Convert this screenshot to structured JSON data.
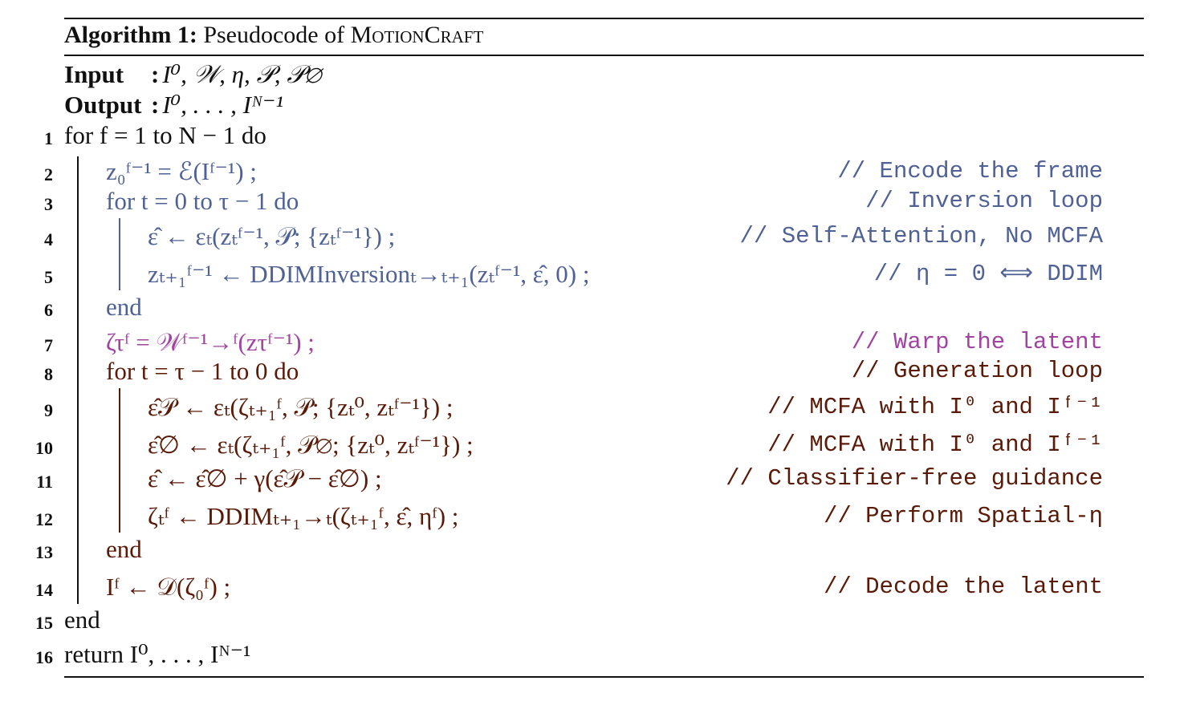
{
  "algorithm": {
    "label": "Algorithm 1:",
    "title_prefix": "Pseudocode of ",
    "title_name": "MotionCraft"
  },
  "input": {
    "keyword": "Input",
    "value": "I⁰, 𝒲, η, 𝒫, 𝒫∅"
  },
  "output": {
    "keyword": "Output",
    "value": "I⁰, . . . , Iᴺ⁻¹"
  },
  "lines": [
    {
      "num": "1",
      "code": "for f = 1 to N − 1 do",
      "comment": ""
    },
    {
      "num": "2",
      "code": "z₀ᶠ⁻¹ = ℰ(Iᶠ⁻¹) ;",
      "comment": "// Encode the frame"
    },
    {
      "num": "3",
      "code": "for t = 0 to τ − 1 do",
      "comment": "// Inversion loop"
    },
    {
      "num": "4",
      "code": "ε̂ ← εₜ(zₜᶠ⁻¹, 𝒫; {zₜᶠ⁻¹}) ;",
      "comment": "// Self-Attention, No MCFA"
    },
    {
      "num": "5",
      "code": "zₜ₊₁ᶠ⁻¹ ← DDIMInversionₜ→ₜ₊₁(zₜᶠ⁻¹, ε̂, 0) ;",
      "comment": "// η = 0 ⟺ DDIM"
    },
    {
      "num": "6",
      "code": "end",
      "comment": ""
    },
    {
      "num": "7",
      "code": "ζτᶠ = 𝒲ᶠ⁻¹→ᶠ(zτᶠ⁻¹) ;",
      "comment": "// Warp the latent"
    },
    {
      "num": "8",
      "code": "for t = τ − 1 to 0 do",
      "comment": "// Generation loop"
    },
    {
      "num": "9",
      "code": "ε̂𝒫 ← εₜ(ζₜ₊₁ᶠ, 𝒫; {zₜ⁰, zₜᶠ⁻¹}) ;",
      "comment": "// MCFA with I⁰ and Iᶠ⁻¹"
    },
    {
      "num": "10",
      "code": "ε̂∅ ← εₜ(ζₜ₊₁ᶠ, 𝒫∅; {zₜ⁰, zₜᶠ⁻¹}) ;",
      "comment": "// MCFA with I⁰ and Iᶠ⁻¹"
    },
    {
      "num": "11",
      "code": "ε̂ ← ε̂∅ + γ(ε̂𝒫 − ε̂∅) ;",
      "comment": "// Classifier-free guidance"
    },
    {
      "num": "12",
      "code": "ζₜᶠ ← DDIMₜ₊₁→ₜ(ζₜ₊₁ᶠ, ε̂, ηᶠ) ;",
      "comment": "// Perform Spatial-η"
    },
    {
      "num": "13",
      "code": "end",
      "comment": ""
    },
    {
      "num": "14",
      "code": "Iᶠ ← 𝒟(ζ₀ᶠ) ;",
      "comment": "// Decode the latent"
    },
    {
      "num": "15",
      "code": "end",
      "comment": ""
    },
    {
      "num": "16",
      "code": "return I⁰, . . . , Iᴺ⁻¹",
      "comment": ""
    }
  ],
  "colors": {
    "inversion": "#4f6195",
    "warp": "#a044a0",
    "generation": "#5a1a08",
    "default": "#111111"
  }
}
